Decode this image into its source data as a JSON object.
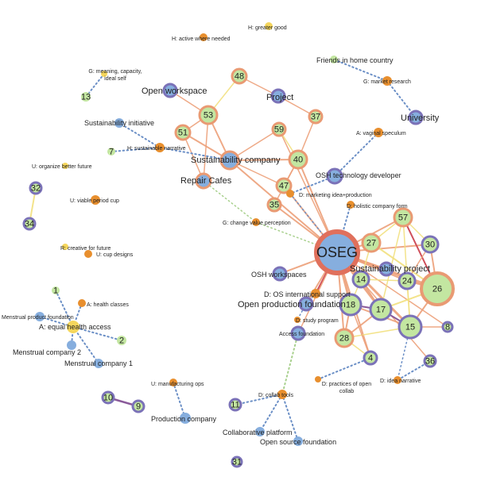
{
  "colors": {
    "blue": "#86aede",
    "green": "#c3e6a1",
    "orange": "#e88f2e",
    "yellow": "#f5d65c",
    "ring_purple": "#7b72b8",
    "ring_orange": "#e99a73",
    "ring_red": "#e0705c",
    "edge_orange": "#eda07a",
    "edge_yellow": "#f2e07f",
    "edge_red": "#cf4e5a",
    "edge_purple": "#8a5a9a",
    "dot_blue": "#6b8fc6",
    "dot_green": "#a8d08d"
  },
  "nodes": [
    {
      "id": "OSEG",
      "label": "OSEG",
      "kind": "blue",
      "ring": "red",
      "center": true
    },
    {
      "id": "n26",
      "label": "26",
      "kind": "green",
      "ring": "orange"
    },
    {
      "id": "n15",
      "label": "15",
      "kind": "green",
      "ring": "purple"
    },
    {
      "id": "n17",
      "label": "17",
      "kind": "green",
      "ring": "purple"
    },
    {
      "id": "n18",
      "label": "18",
      "kind": "green",
      "ring": "purple"
    },
    {
      "id": "n27",
      "label": "27",
      "kind": "green",
      "ring": "orange"
    },
    {
      "id": "n57",
      "label": "57",
      "kind": "green",
      "ring": "orange"
    },
    {
      "id": "n30",
      "label": "30",
      "kind": "green",
      "ring": "purple"
    },
    {
      "id": "n24",
      "label": "24",
      "kind": "green",
      "ring": "purple"
    },
    {
      "id": "n14",
      "label": "14",
      "kind": "green",
      "ring": "purple"
    },
    {
      "id": "n28",
      "label": "28",
      "kind": "green",
      "ring": "orange"
    },
    {
      "id": "n4",
      "label": "4",
      "kind": "green",
      "ring": "purple"
    },
    {
      "id": "n8",
      "label": "8",
      "kind": "green",
      "ring": "purple"
    },
    {
      "id": "n36",
      "label": "36",
      "kind": "green",
      "ring": "purple"
    },
    {
      "id": "n40",
      "label": "40",
      "kind": "green",
      "ring": "orange"
    },
    {
      "id": "n47",
      "label": "47",
      "kind": "green",
      "ring": "orange"
    },
    {
      "id": "n35",
      "label": "35",
      "kind": "green",
      "ring": "orange"
    },
    {
      "id": "n59",
      "label": "59",
      "kind": "green",
      "ring": "orange"
    },
    {
      "id": "n37",
      "label": "37",
      "kind": "green",
      "ring": "orange"
    },
    {
      "id": "n48",
      "label": "48",
      "kind": "green",
      "ring": "orange"
    },
    {
      "id": "n53",
      "label": "53",
      "kind": "green",
      "ring": "orange"
    },
    {
      "id": "n51",
      "label": "51",
      "kind": "green",
      "ring": "orange"
    },
    {
      "id": "n13",
      "label": "13",
      "kind": "green",
      "ring": "none"
    },
    {
      "id": "n7",
      "label": "7",
      "kind": "green",
      "ring": "none"
    },
    {
      "id": "n32",
      "label": "32",
      "kind": "green",
      "ring": "purple"
    },
    {
      "id": "n34",
      "label": "34",
      "kind": "green",
      "ring": "purple"
    },
    {
      "id": "n1",
      "label": "1",
      "kind": "green",
      "ring": "none"
    },
    {
      "id": "n2",
      "label": "2",
      "kind": "green",
      "ring": "none"
    },
    {
      "id": "n10",
      "label": "10",
      "kind": "green",
      "ring": "purple"
    },
    {
      "id": "n9",
      "label": "9",
      "kind": "green",
      "ring": "purple"
    },
    {
      "id": "n11",
      "label": "11",
      "kind": "green",
      "ring": "purple"
    },
    {
      "id": "n31",
      "label": "31",
      "kind": "green",
      "ring": "purple"
    },
    {
      "id": "sust_company",
      "label": "Sustainability company",
      "kind": "blue",
      "ring": "orange"
    },
    {
      "id": "repair",
      "label": "Repair Cafes",
      "kind": "blue",
      "ring": "orange"
    },
    {
      "id": "open_ws",
      "label": "Open workspace",
      "kind": "blue",
      "ring": "purple"
    },
    {
      "id": "project",
      "label": "Project",
      "kind": "blue",
      "ring": "purple"
    },
    {
      "id": "sust_init",
      "label": "Sustainability initiative",
      "kind": "blue",
      "ring": "none"
    },
    {
      "id": "osh_tech",
      "label": "OSH technology developer",
      "kind": "blue",
      "ring": "purple"
    },
    {
      "id": "university",
      "label": "University",
      "kind": "blue",
      "ring": "purple"
    },
    {
      "id": "friends",
      "label": "Friends in home country",
      "kind": "green",
      "ring": "none"
    },
    {
      "id": "sust_project",
      "label": "Sustainability project",
      "kind": "blue",
      "ring": "purple"
    },
    {
      "id": "osh_ws",
      "label": "OSH workspaces",
      "kind": "blue",
      "ring": "purple"
    },
    {
      "id": "opf",
      "label": "Open production foundation",
      "kind": "blue",
      "ring": "purple"
    },
    {
      "id": "access",
      "label": "Access foundation",
      "kind": "blue",
      "ring": "purple"
    },
    {
      "id": "mpf",
      "label": "Menstrual product foundation",
      "kind": "blue",
      "ring": "none"
    },
    {
      "id": "mc2",
      "label": "Menstrual company 2",
      "kind": "blue",
      "ring": "none"
    },
    {
      "id": "mc1",
      "label": "Menstrual company 1",
      "kind": "blue",
      "ring": "none"
    },
    {
      "id": "prod_co",
      "label": "Production company",
      "kind": "blue",
      "ring": "none"
    },
    {
      "id": "collab",
      "label": "Collaborative platform",
      "kind": "blue",
      "ring": "none"
    },
    {
      "id": "osf",
      "label": "Open source foundation",
      "kind": "blue",
      "ring": "none"
    },
    {
      "id": "h_greater",
      "label": "H: greater good",
      "kind": "yellow",
      "ring": "none"
    },
    {
      "id": "h_active",
      "label": "H: active where needed",
      "kind": "orange",
      "ring": "none"
    },
    {
      "id": "g_meaning",
      "label": "G: meaning, capacity, ideal self",
      "kind": "yellow",
      "ring": "none"
    },
    {
      "id": "h_sust",
      "label": "H: sustainable narrative",
      "kind": "orange",
      "ring": "none"
    },
    {
      "id": "u_org",
      "label": "U: organize better future",
      "kind": "yellow",
      "ring": "none"
    },
    {
      "id": "u_viable",
      "label": "U: viable period cup",
      "kind": "orange",
      "ring": "none"
    },
    {
      "id": "r_creative",
      "label": "R: creative for future",
      "kind": "yellow",
      "ring": "none"
    },
    {
      "id": "u_cup",
      "label": "U: cup designs",
      "kind": "orange",
      "ring": "none"
    },
    {
      "id": "a_health",
      "label": "A: health classes",
      "kind": "orange",
      "ring": "none"
    },
    {
      "id": "a_equal",
      "label": "A: equal health access",
      "kind": "yellow",
      "ring": "none"
    },
    {
      "id": "g_market",
      "label": "G: market research",
      "kind": "orange",
      "ring": "none"
    },
    {
      "id": "a_vaginal",
      "label": "A: vaginal speculum",
      "kind": "orange",
      "ring": "none"
    },
    {
      "id": "d_marketing",
      "label": "D: marketing idea+production",
      "kind": "orange",
      "ring": "none"
    },
    {
      "id": "d_holistic",
      "label": "D: holistic company form",
      "kind": "orange",
      "ring": "none"
    },
    {
      "id": "g_change",
      "label": "G: change value perception",
      "kind": "orange",
      "ring": "none"
    },
    {
      "id": "d_os",
      "label": "D: OS international support",
      "kind": "orange",
      "ring": "none"
    },
    {
      "id": "d_study",
      "label": "D: study program",
      "kind": "orange",
      "ring": "none"
    },
    {
      "id": "d_practices",
      "label": "D: practices of open collab",
      "kind": "orange",
      "ring": "none"
    },
    {
      "id": "d_idea",
      "label": "D: idea narrative",
      "kind": "orange",
      "ring": "none"
    },
    {
      "id": "u_manuf",
      "label": "U: manufacturing ops",
      "kind": "orange",
      "ring": "none"
    },
    {
      "id": "d_collab",
      "label": "D: collab tools",
      "kind": "orange",
      "ring": "none"
    }
  ]
}
